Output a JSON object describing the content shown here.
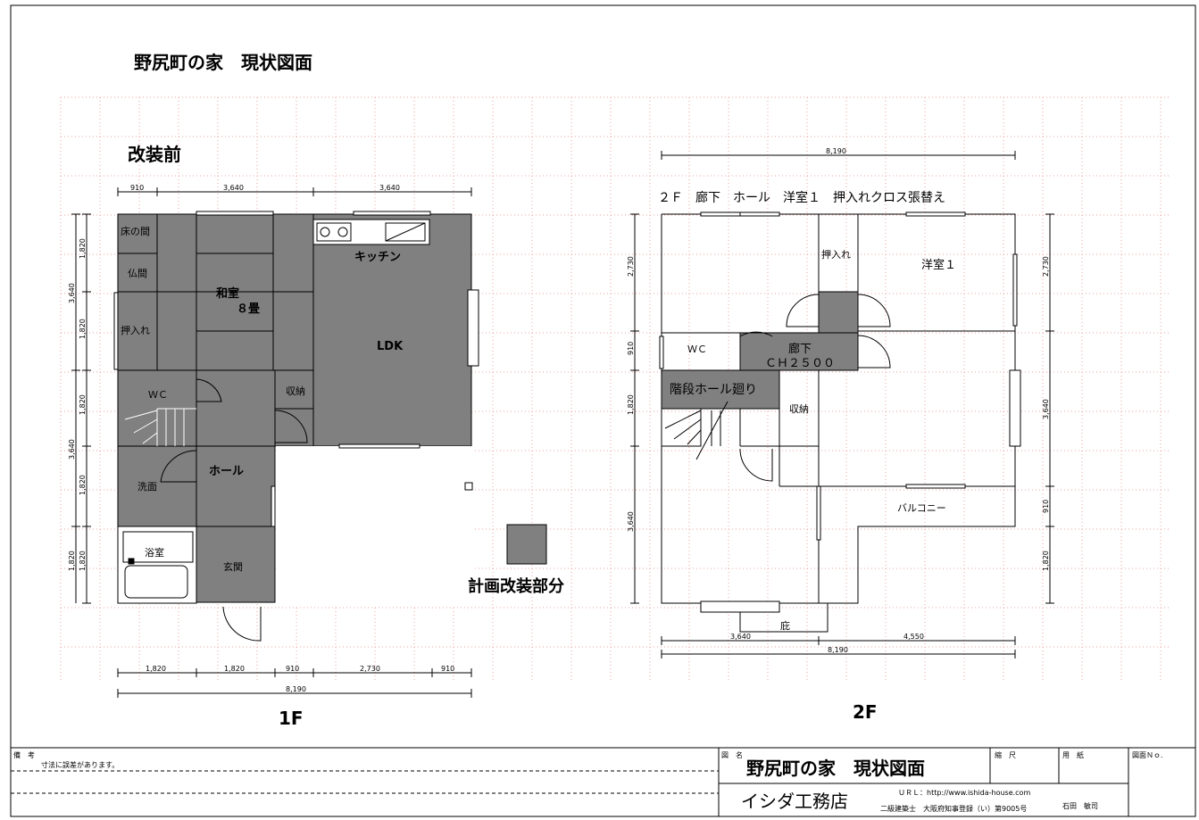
{
  "sheet": {
    "title": "野尻町の家　現状図面",
    "before_label": "改装前",
    "legend_label": "計画改装部分",
    "floor1_label": "1F",
    "floor2_label": "2F"
  },
  "floor1": {
    "top_dims": [
      "910",
      "3,640",
      "3,640"
    ],
    "bottom_dims": [
      "1,820",
      "1,820",
      "910",
      "2,730",
      "910"
    ],
    "total_dim": "8,190",
    "left_dims": [
      "1,820",
      "1,820",
      "1,820",
      "1,820",
      "1,820"
    ],
    "left_outer_dims": [
      "3,640",
      "3,640"
    ],
    "rooms": {
      "tokonoma": "床の間",
      "butsuma": "仏間",
      "oshiire": "押入れ",
      "washitsu": "和室",
      "washitsu_size": "８畳",
      "kitchen": "キッチン",
      "ldk": "LDK",
      "wc": "ＷＣ",
      "shuno": "収納",
      "hall": "ホール",
      "senmen": "洗面",
      "yokushitsu": "浴室",
      "genkan": "玄関"
    }
  },
  "floor2": {
    "top_dim": "8,190",
    "note": "２Ｆ　廊下　ホール　洋室１　押入れクロス張替え",
    "bottom_dims": [
      "3,640",
      "4,550"
    ],
    "total_dim": "8,190",
    "left_dims": [
      "2,730",
      "910",
      "1,820",
      "3,640"
    ],
    "right_dims": [
      "2,730",
      "3,640",
      "910",
      "1,820"
    ],
    "rooms": {
      "oshiire": "押入れ",
      "youshitsu": "洋室１",
      "wc": "ＷＣ",
      "rouka": "廊下",
      "ceiling": "ＣＨ２５００",
      "stair_hall": "階段ホール廻り",
      "shuno": "収納",
      "balcony": "バルコニー",
      "hisashi": "庇"
    }
  },
  "footer": {
    "remarks_label": "備　考",
    "remarks_text": "寸法に誤差があります。",
    "drawing_name_label": "図　名",
    "drawing_name": "野尻町の家　現状図面",
    "scale_label": "縮　尺",
    "paper_label": "用　紙",
    "drawing_no_label": "図面Ｎｏ.",
    "company": "イシダ工務店",
    "url": "ＵＲＬ：http://www.ishida-house.com",
    "license": "二級建築士　大阪府知事登録（い）第9005号",
    "architect": "石田　敏司"
  },
  "colors": {
    "fill": "#808080",
    "grid": "#f0a0a0",
    "line": "#000000"
  }
}
